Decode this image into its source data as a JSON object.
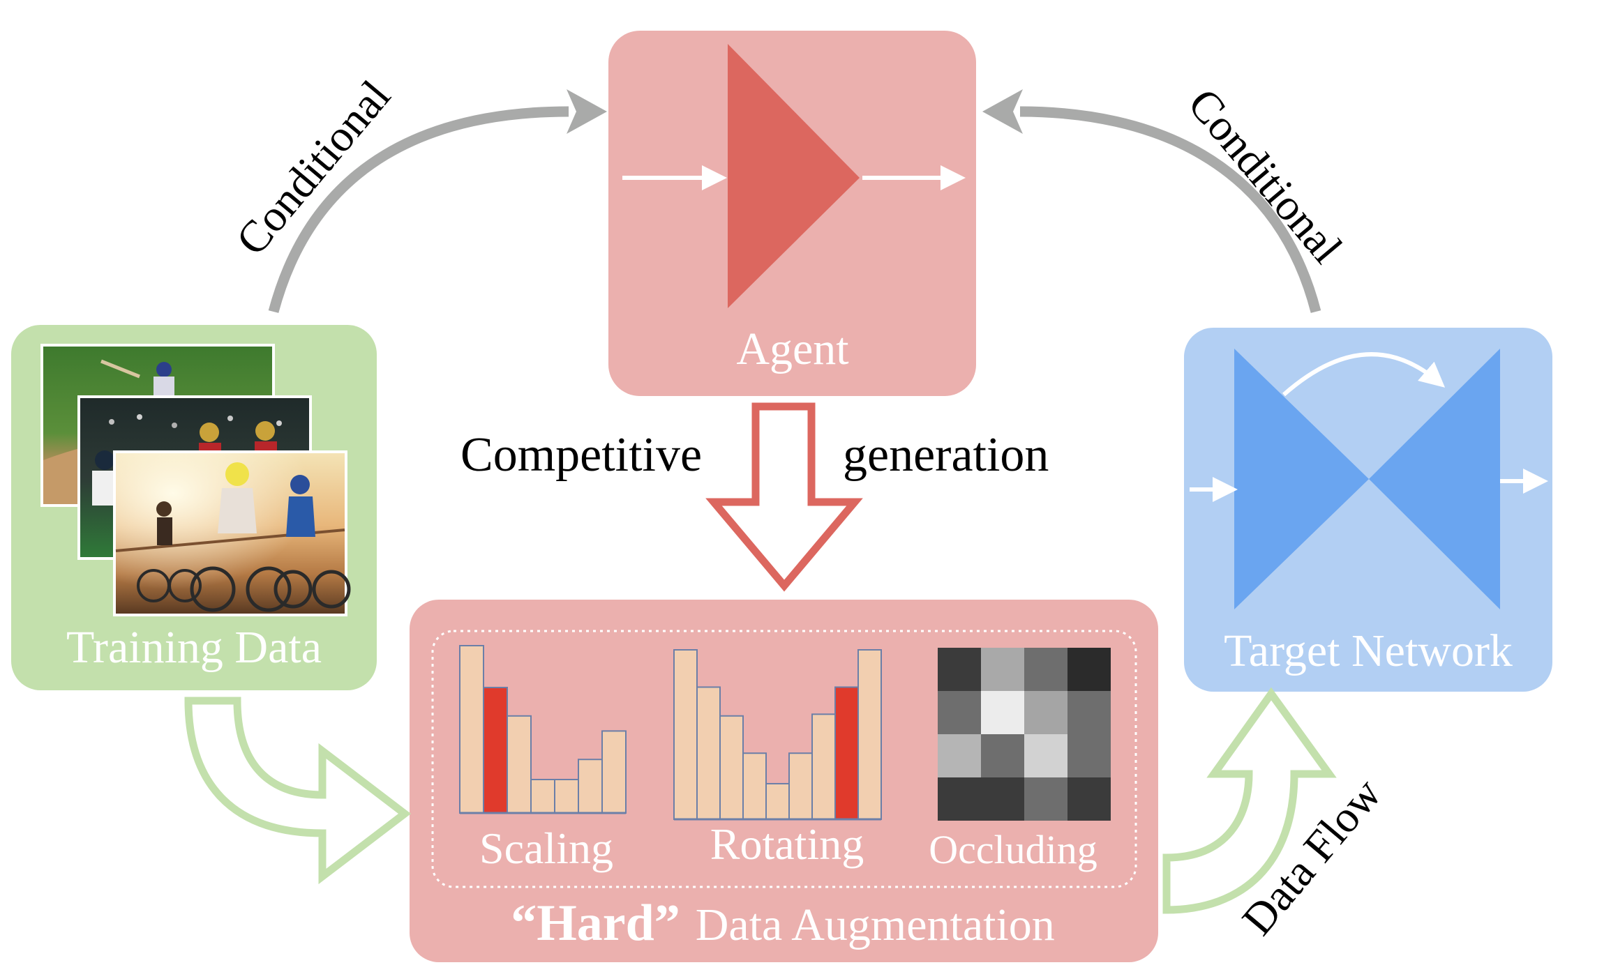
{
  "boxes": {
    "agent": {
      "label": "Agent",
      "color": "#ebb0ae",
      "shape_color": "#dc675f"
    },
    "training": {
      "label": "Training Data",
      "color": "#c3e0ac"
    },
    "target": {
      "label": "Target Network",
      "color": "#b2cff3",
      "shape_color": "#6aa5f0"
    },
    "augmentation": {
      "title_bold": "“Hard”",
      "title_rest": "Data Augmentation",
      "color": "#ebb0ae",
      "items": {
        "scaling": "Scaling",
        "rotating": "Rotating",
        "occluding": "Occluding"
      }
    }
  },
  "arrows": {
    "left_conditional": "Conditional",
    "right_conditional": "Conditional",
    "competitive": "Competitive",
    "generation": "generation",
    "data_flow": "Data Flow"
  },
  "histograms": {
    "scaling": {
      "values": [
        1.0,
        0.75,
        0.58,
        0.2,
        0.2,
        0.32,
        0.49
      ],
      "highlight_index": 1
    },
    "rotating": {
      "values": [
        1.0,
        0.78,
        0.61,
        0.39,
        0.21,
        0.39,
        0.62,
        0.78,
        1.0
      ],
      "highlight_index": 7
    },
    "bar_color": "#f2cfb0",
    "highlight_color": "#e03a2c"
  },
  "occlusion_grid": [
    [
      "#3b3b3b",
      "#a9a9a9",
      "#6e6e6e",
      "#2b2b2b"
    ],
    [
      "#6e6e6e",
      "#ececec",
      "#a5a5a5",
      "#6e6e6e"
    ],
    [
      "#b5b5b5",
      "#6e6e6e",
      "#d2d2d2",
      "#6e6e6e"
    ],
    [
      "#3b3b3b",
      "#3b3b3b",
      "#6e6e6e",
      "#3b3b3b"
    ]
  ],
  "photos": [
    "baseball-photo",
    "football-photo",
    "cycling-photo"
  ]
}
